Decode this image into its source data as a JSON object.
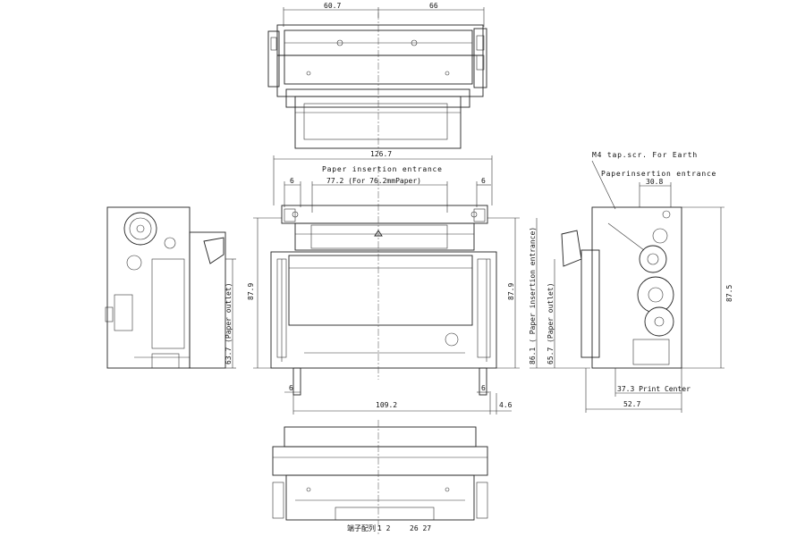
{
  "dimensions": {
    "top_left_width": "60.7",
    "top_right_width": "66",
    "overall_width": "126.7",
    "paper_width": "77.2 (For 76.2mmPaper)",
    "margin_left": "6",
    "margin_right": "6",
    "front_height": "87.9",
    "front_height_right": "87.9",
    "bottom_width": "109.2",
    "offset": "4.6",
    "small_left": "6",
    "small_right": "6",
    "right_top_width": "30.8",
    "right_height": "87.5",
    "print_center": "37.3 Print Center",
    "right_bottom_width": "52.7",
    "left_paper_outlet": "63.7 (Paper outlet)",
    "right_paper_outlet_a": "86.1 ( Paper insertion entrance)",
    "right_paper_outlet_b": "65.7 (Paper outlet)"
  },
  "labels": {
    "paper_entrance_front": "Paper insertion entrance",
    "paper_entrance_side": "Paperinsertion entrance",
    "earth_screw": "M4 tap.scr. For Earth",
    "terminal_label": "端子配列",
    "terminal_pins": "1 2",
    "terminal_pins_end": "26 27"
  }
}
